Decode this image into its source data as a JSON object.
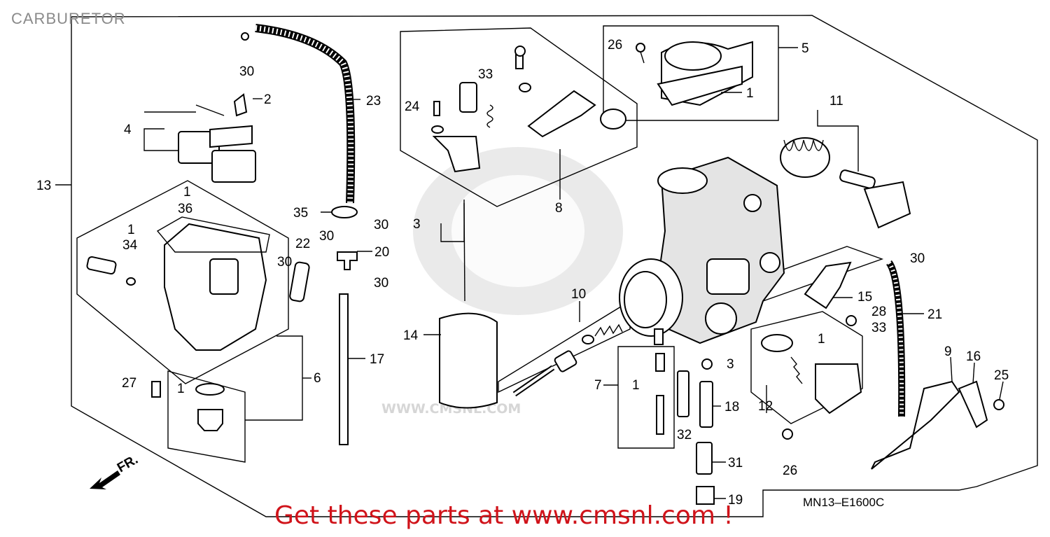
{
  "title": "CARBURETOR",
  "diagram_code": "MN13–E1600C",
  "promo_text": "Get these parts at www.cmsnl.com !",
  "front_marker": "FR.",
  "watermark_text": "WWW.CMSNL.COM",
  "colors": {
    "promo": "#d0131a",
    "title": "#8a8a8a",
    "line": "#000000",
    "watermark": "#d8d8d8"
  },
  "callouts": {
    "c1_a": "1",
    "c1_b": "1",
    "c1_c": "1",
    "c1_d": "1",
    "c1_e": "1",
    "c1_f": "1",
    "c2": "2",
    "c3_a": "3",
    "c3_b": "3",
    "c4": "4",
    "c5": "5",
    "c6": "6",
    "c7": "7",
    "c8": "8",
    "c9": "9",
    "c10": "10",
    "c11": "11",
    "c12": "12",
    "c13": "13",
    "c14": "14",
    "c15": "15",
    "c16": "16",
    "c17": "17",
    "c18": "18",
    "c19": "19",
    "c20": "20",
    "c21": "21",
    "c22": "22",
    "c23": "23",
    "c24": "24",
    "c25": "25",
    "c26_a": "26",
    "c26_b": "26",
    "c27": "27",
    "c28": "28",
    "c30_a": "30",
    "c30_b": "30",
    "c30_c": "30",
    "c30_d": "30",
    "c30_e": "30",
    "c30_f": "30",
    "c31": "31",
    "c32": "32",
    "c33_a": "33",
    "c33_b": "33",
    "c34": "34",
    "c35": "35",
    "c36": "36"
  }
}
